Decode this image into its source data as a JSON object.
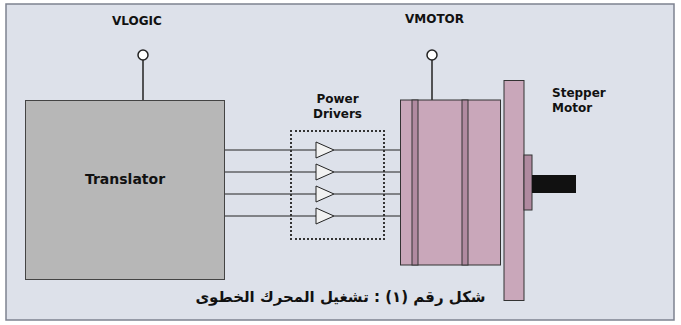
{
  "diagram": {
    "caption": "شكل رقم (١) : تشغيل المحرك الخطوى",
    "nodes": [
      {
        "text": [
          "Translator"
        ]
      },
      {
        "text": [
          "Power Drivers"
        ]
      },
      {
        "text": [
          "Stepper Motor"
        ]
      }
    ],
    "edges": [
      {
        "from": 0,
        "to": 1,
        "arrow": "none"
      },
      {
        "from": 0,
        "to": 1,
        "arrow": "none"
      },
      {
        "from": 0,
        "to": 1,
        "arrow": "none"
      },
      {
        "from": 0,
        "to": 1,
        "arrow": "none"
      },
      {
        "from": 1,
        "to": 2,
        "arrow": "none"
      },
      {
        "from": 1,
        "to": 2,
        "arrow": "none"
      },
      {
        "from": 1,
        "to": 2,
        "arrow": "none"
      },
      {
        "from": 1,
        "to": 2,
        "arrow": "none"
      }
    ],
    "labels": [
      "VLOGIC",
      "VMOTOR"
    ]
  }
}
